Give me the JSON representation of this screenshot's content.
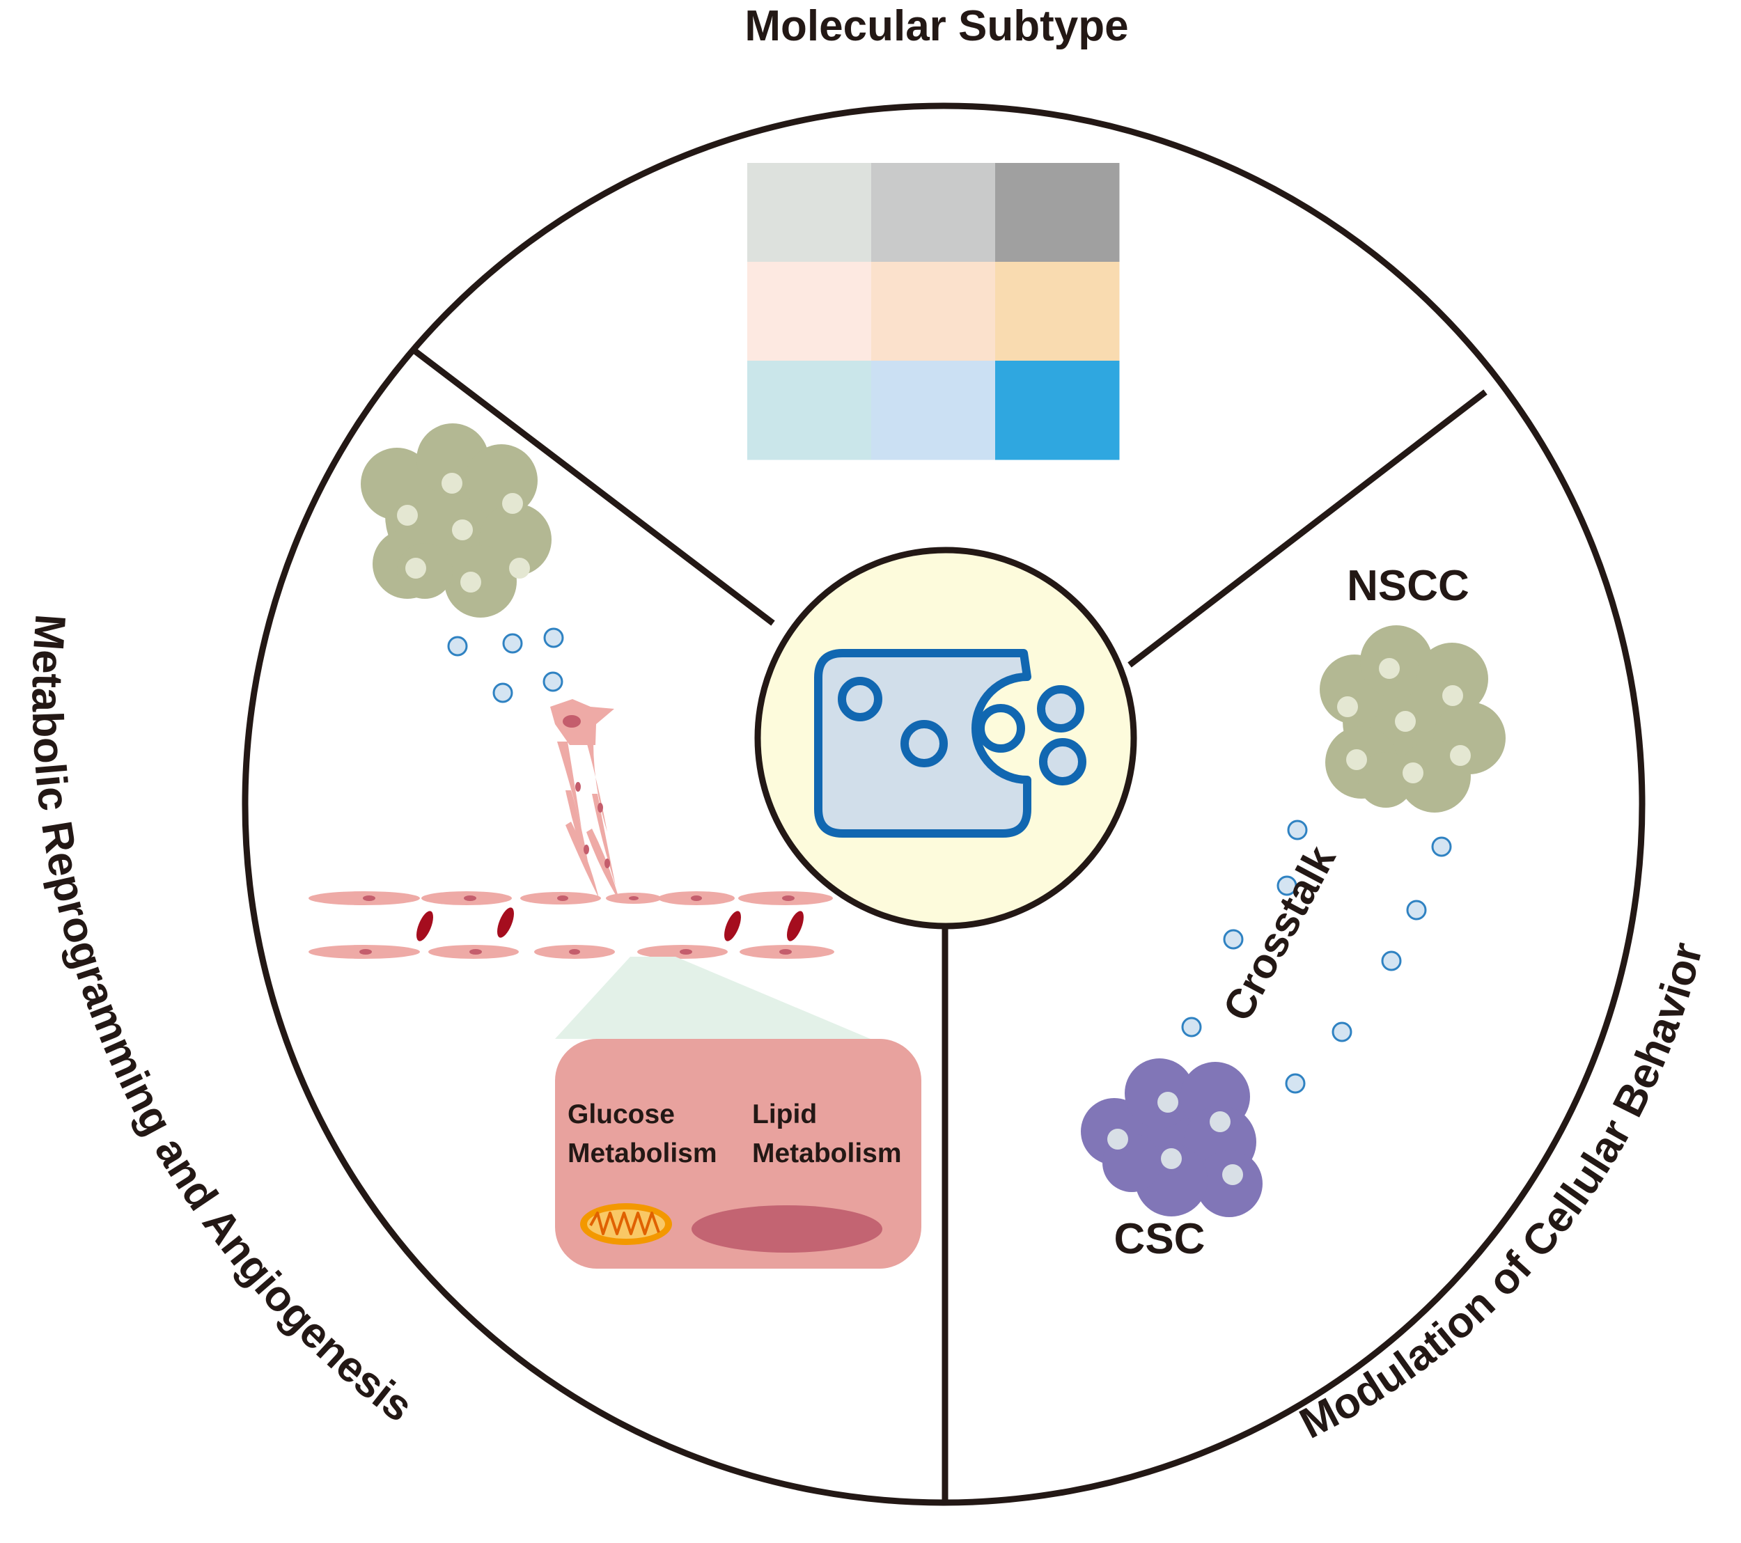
{
  "diagram": {
    "title_top": "Molecular Subtype",
    "label_left": "Metabolic Reprogramming and Angiogenesis",
    "label_right": "Modulation of Cellular Behavior",
    "nscc_label": "NSCC",
    "csc_label": "CSC",
    "crosstalk_label": "Crosstalk",
    "glucose_label_line1": "Glucose",
    "glucose_label_line2": "Metabolism",
    "lipid_label_line1": "Lipid",
    "lipid_label_line2": "Metabolism"
  },
  "colors": {
    "outline": "#231815",
    "center_fill": "#fdfbdc",
    "center_icon_stroke": "#1167b1",
    "center_icon_fill": "#d1deea",
    "cluster_green": "#b3b893",
    "cluster_green_dot": "#e4e7d2",
    "cluster_purple": "#8176b7",
    "cluster_purple_dot": "#d8dfe6",
    "vesicle_fill": "#d4e4f2",
    "vesicle_stroke": "#2f82c2",
    "endothelial": "#eeaaa6",
    "endothelial_nucleus": "#c45d6c",
    "red_blood_cell": "#a50d1e",
    "metabolism_box": "#e8a29e",
    "mitochondrion": "#f39800",
    "lipid_droplet": "#c36472",
    "zoom_wedge": "#e3f1e8"
  },
  "heatmap": [
    [
      "#dde1dd",
      "#c9caca",
      "#a0a0a0"
    ],
    [
      "#fde9e1",
      "#fbe1cc",
      "#f9dbb0"
    ],
    [
      "#cae6ea",
      "#cbe0f3",
      "#2fa7e0"
    ]
  ]
}
